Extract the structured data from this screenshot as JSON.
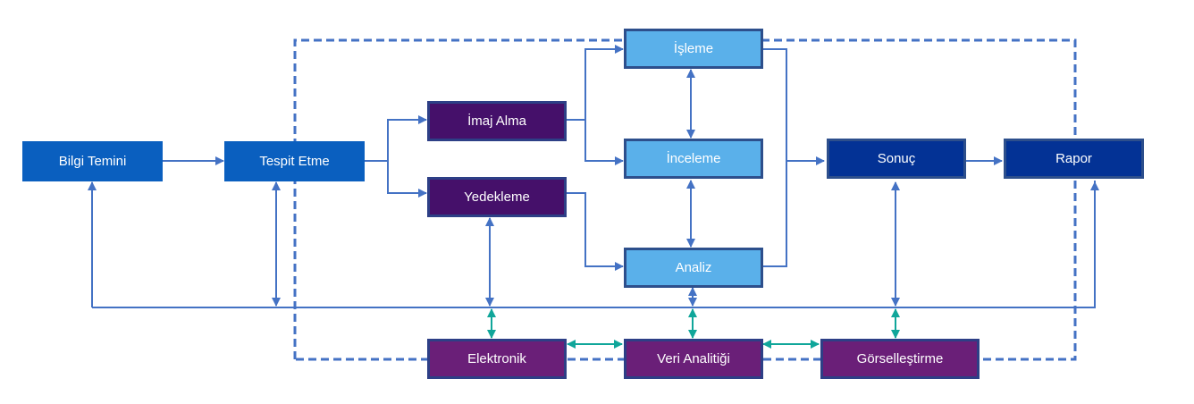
{
  "diagram": {
    "nodes": {
      "bilgi_temini": "Bilgi Temini",
      "tespit_etme": "Tespit Etme",
      "imaj_alma": "İmaj Alma",
      "yedekleme": "Yedekleme",
      "isleme": "İşleme",
      "inceleme": "İnceleme",
      "analiz": "Analiz",
      "sonuc": "Sonuç",
      "rapor": "Rapor",
      "elektronik": "Elektronik",
      "veri_analitigi": "Veri Analitiği",
      "gorsellestirme": "Görselleştirme"
    },
    "colors": {
      "connector": "#4472c4",
      "teal_connector": "#10a69a",
      "node_blue": "#0a5fbf",
      "node_dark_purple": "#45106a",
      "node_light_blue": "#5ab0ea",
      "node_navy": "#033295",
      "node_purple": "#6a1f78"
    },
    "edges": [
      {
        "from": "Bilgi Temini",
        "to": "Tespit Etme",
        "type": "arrow"
      },
      {
        "from": "Tespit Etme",
        "to": "İmaj Alma",
        "type": "arrow"
      },
      {
        "from": "Tespit Etme",
        "to": "Yedekleme",
        "type": "arrow"
      },
      {
        "from": "İmaj Alma",
        "to": "İşleme",
        "type": "arrow"
      },
      {
        "from": "İmaj Alma",
        "to": "İnceleme",
        "type": "arrow"
      },
      {
        "from": "Yedekleme",
        "to": "Analiz",
        "type": "arrow"
      },
      {
        "from": "İşleme",
        "to": "İnceleme",
        "type": "bidirectional"
      },
      {
        "from": "İnceleme",
        "to": "Analiz",
        "type": "bidirectional"
      },
      {
        "from": "İşleme",
        "to": "Sonuç",
        "type": "arrow"
      },
      {
        "from": "Analiz",
        "to": "Sonuç",
        "type": "arrow"
      },
      {
        "from": "Sonuç",
        "to": "Rapor",
        "type": "arrow"
      },
      {
        "from": "Elektronik",
        "to": "Veri Analitiği",
        "type": "bidirectional-teal"
      },
      {
        "from": "Veri Analitiği",
        "to": "Görselleştirme",
        "type": "bidirectional-teal"
      },
      {
        "from": "bus",
        "to": "Bilgi Temini",
        "type": "arrow"
      },
      {
        "from": "bus",
        "to": "Rapor",
        "type": "arrow"
      },
      {
        "from": "Tespit Etme",
        "to": "bus",
        "type": "bidirectional"
      },
      {
        "from": "Yedekleme",
        "to": "bus",
        "type": "bidirectional"
      },
      {
        "from": "Analiz",
        "to": "bus",
        "type": "bidirectional"
      },
      {
        "from": "Sonuç",
        "to": "bus",
        "type": "bidirectional"
      },
      {
        "from": "bus",
        "to": "Elektronik",
        "type": "bidirectional-teal"
      },
      {
        "from": "bus",
        "to": "Veri Analitiği",
        "type": "bidirectional-teal"
      },
      {
        "from": "bus",
        "to": "Görselleştirme",
        "type": "bidirectional-teal"
      },
      {
        "from": "dashed-loop",
        "to": "all",
        "type": "dashed"
      }
    ]
  }
}
